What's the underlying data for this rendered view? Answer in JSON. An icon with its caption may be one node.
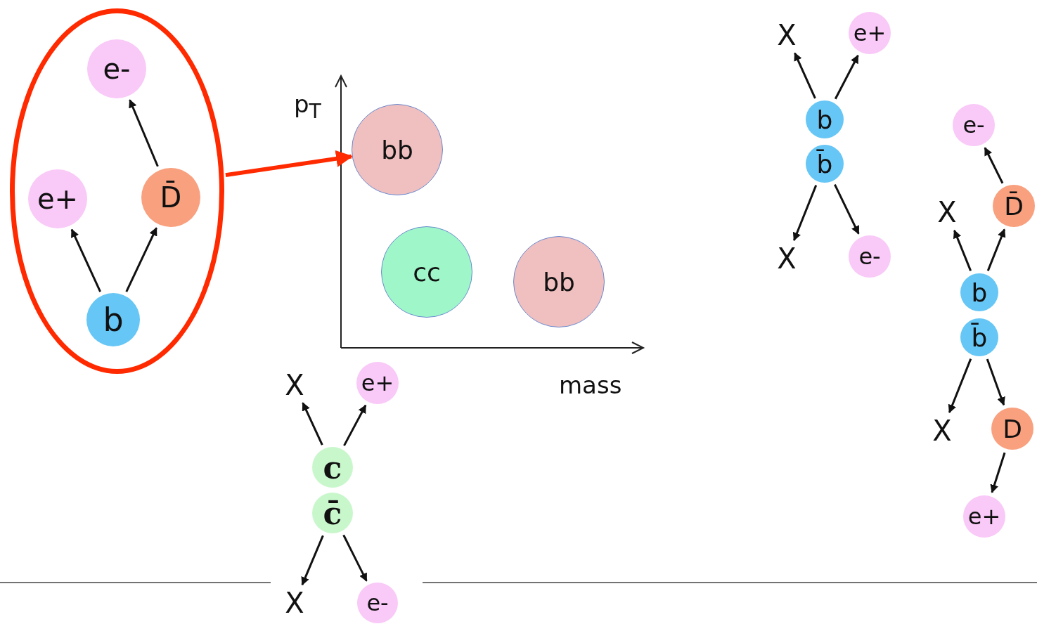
{
  "diagram": {
    "nodes": [
      {
        "text": [],
        "shape": "ellipse"
      },
      {
        "text": [
          "e-"
        ],
        "in": 0
      },
      {
        "text": [
          "e+"
        ],
        "in": 0
      },
      {
        "text": [
          "D̄"
        ],
        "in": 0
      },
      {
        "text": [
          "b"
        ],
        "in": 0
      },
      {
        "text": [
          "bb"
        ]
      },
      {
        "text": [
          "cc"
        ]
      },
      {
        "text": [
          "bb"
        ]
      },
      {
        "text": [
          "X"
        ]
      },
      {
        "text": [
          "e+"
        ]
      },
      {
        "text": [
          "c"
        ]
      },
      {
        "text": [
          "c̄"
        ]
      },
      {
        "text": [
          "X"
        ]
      },
      {
        "text": [
          "e-"
        ]
      },
      {
        "text": [
          "X"
        ]
      },
      {
        "text": [
          "e+"
        ]
      },
      {
        "text": [
          "b"
        ]
      },
      {
        "text": [
          "b̄"
        ]
      },
      {
        "text": [
          "X"
        ]
      },
      {
        "text": [
          "e-"
        ]
      },
      {
        "text": [
          "e-"
        ]
      },
      {
        "text": [
          "X"
        ]
      },
      {
        "text": [
          "D̄"
        ]
      },
      {
        "text": [
          "b"
        ]
      },
      {
        "text": [
          "b̄"
        ]
      },
      {
        "text": [
          "X"
        ]
      },
      {
        "text": [
          "D"
        ]
      },
      {
        "text": [
          "e+"
        ]
      }
    ],
    "edges": [
      {
        "from": 4,
        "to": 2,
        "arrow": "to"
      },
      {
        "from": 4,
        "to": 3,
        "arrow": "to"
      },
      {
        "from": 3,
        "to": 1,
        "arrow": "to"
      },
      {
        "from": 0,
        "to": 5,
        "arrow": "to",
        "style": "thick",
        "color": "#ff2a00"
      },
      {
        "from": 10,
        "to": 8,
        "arrow": "to"
      },
      {
        "from": 10,
        "to": 9,
        "arrow": "to"
      },
      {
        "from": 11,
        "to": 12,
        "arrow": "to"
      },
      {
        "from": 11,
        "to": 13,
        "arrow": "to"
      },
      {
        "from": 16,
        "to": 14,
        "arrow": "to"
      },
      {
        "from": 16,
        "to": 15,
        "arrow": "to"
      },
      {
        "from": 17,
        "to": 18,
        "arrow": "to"
      },
      {
        "from": 17,
        "to": 19,
        "arrow": "to"
      },
      {
        "from": 22,
        "to": 20,
        "arrow": "to"
      },
      {
        "from": 23,
        "to": 21,
        "arrow": "to"
      },
      {
        "from": 23,
        "to": 22,
        "arrow": "to"
      },
      {
        "from": 24,
        "to": 25,
        "arrow": "to"
      },
      {
        "from": 24,
        "to": 26,
        "arrow": "to"
      },
      {
        "from": 26,
        "to": 27,
        "arrow": "to"
      }
    ],
    "labels": [
      "p$_{T}$",
      "mass"
    ]
  }
}
